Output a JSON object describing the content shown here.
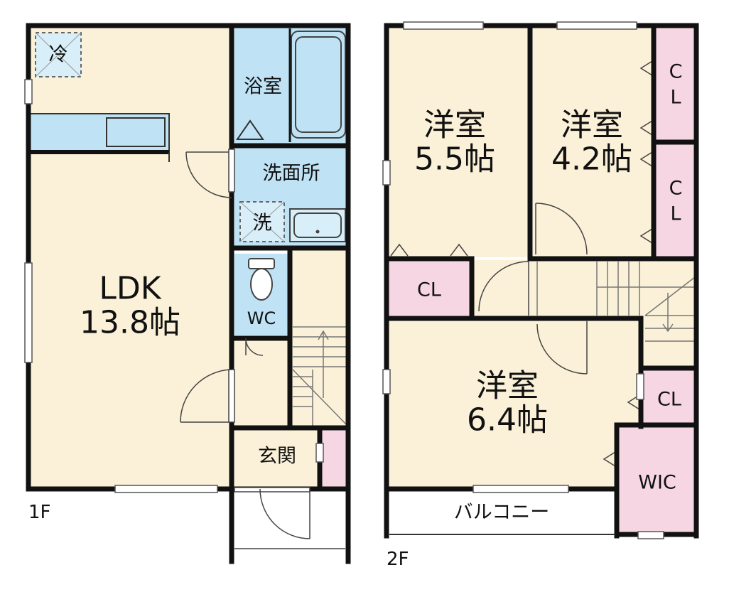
{
  "floors": {
    "first": {
      "label": "1F",
      "rooms": {
        "ldk_name": "LDK",
        "ldk_size": "13.8帖",
        "bath": "浴室",
        "washroom": "洗面所",
        "wc": "WC",
        "entrance": "玄関"
      },
      "symbols": {
        "fridge": "冷",
        "washer": "洗"
      }
    },
    "second": {
      "label": "2F",
      "rooms": {
        "west_name": "洋室",
        "west_size": "5.5帖",
        "east_name": "洋室",
        "east_size": "4.2帖",
        "south_name": "洋室",
        "south_size": "6.4帖",
        "closet_left": "CL",
        "closet_right": "CL",
        "closet_top": [
          "C",
          "L"
        ],
        "closet_mid": [
          "C",
          "L"
        ],
        "wic": "WIC",
        "balcony": "バルコニー"
      }
    }
  },
  "colors": {
    "wall": "#111111",
    "room_floor": "#fbf1d8",
    "wet_area": "#bfe3f5",
    "closet": "#f7d6e4",
    "balcony": "#ffffff"
  }
}
